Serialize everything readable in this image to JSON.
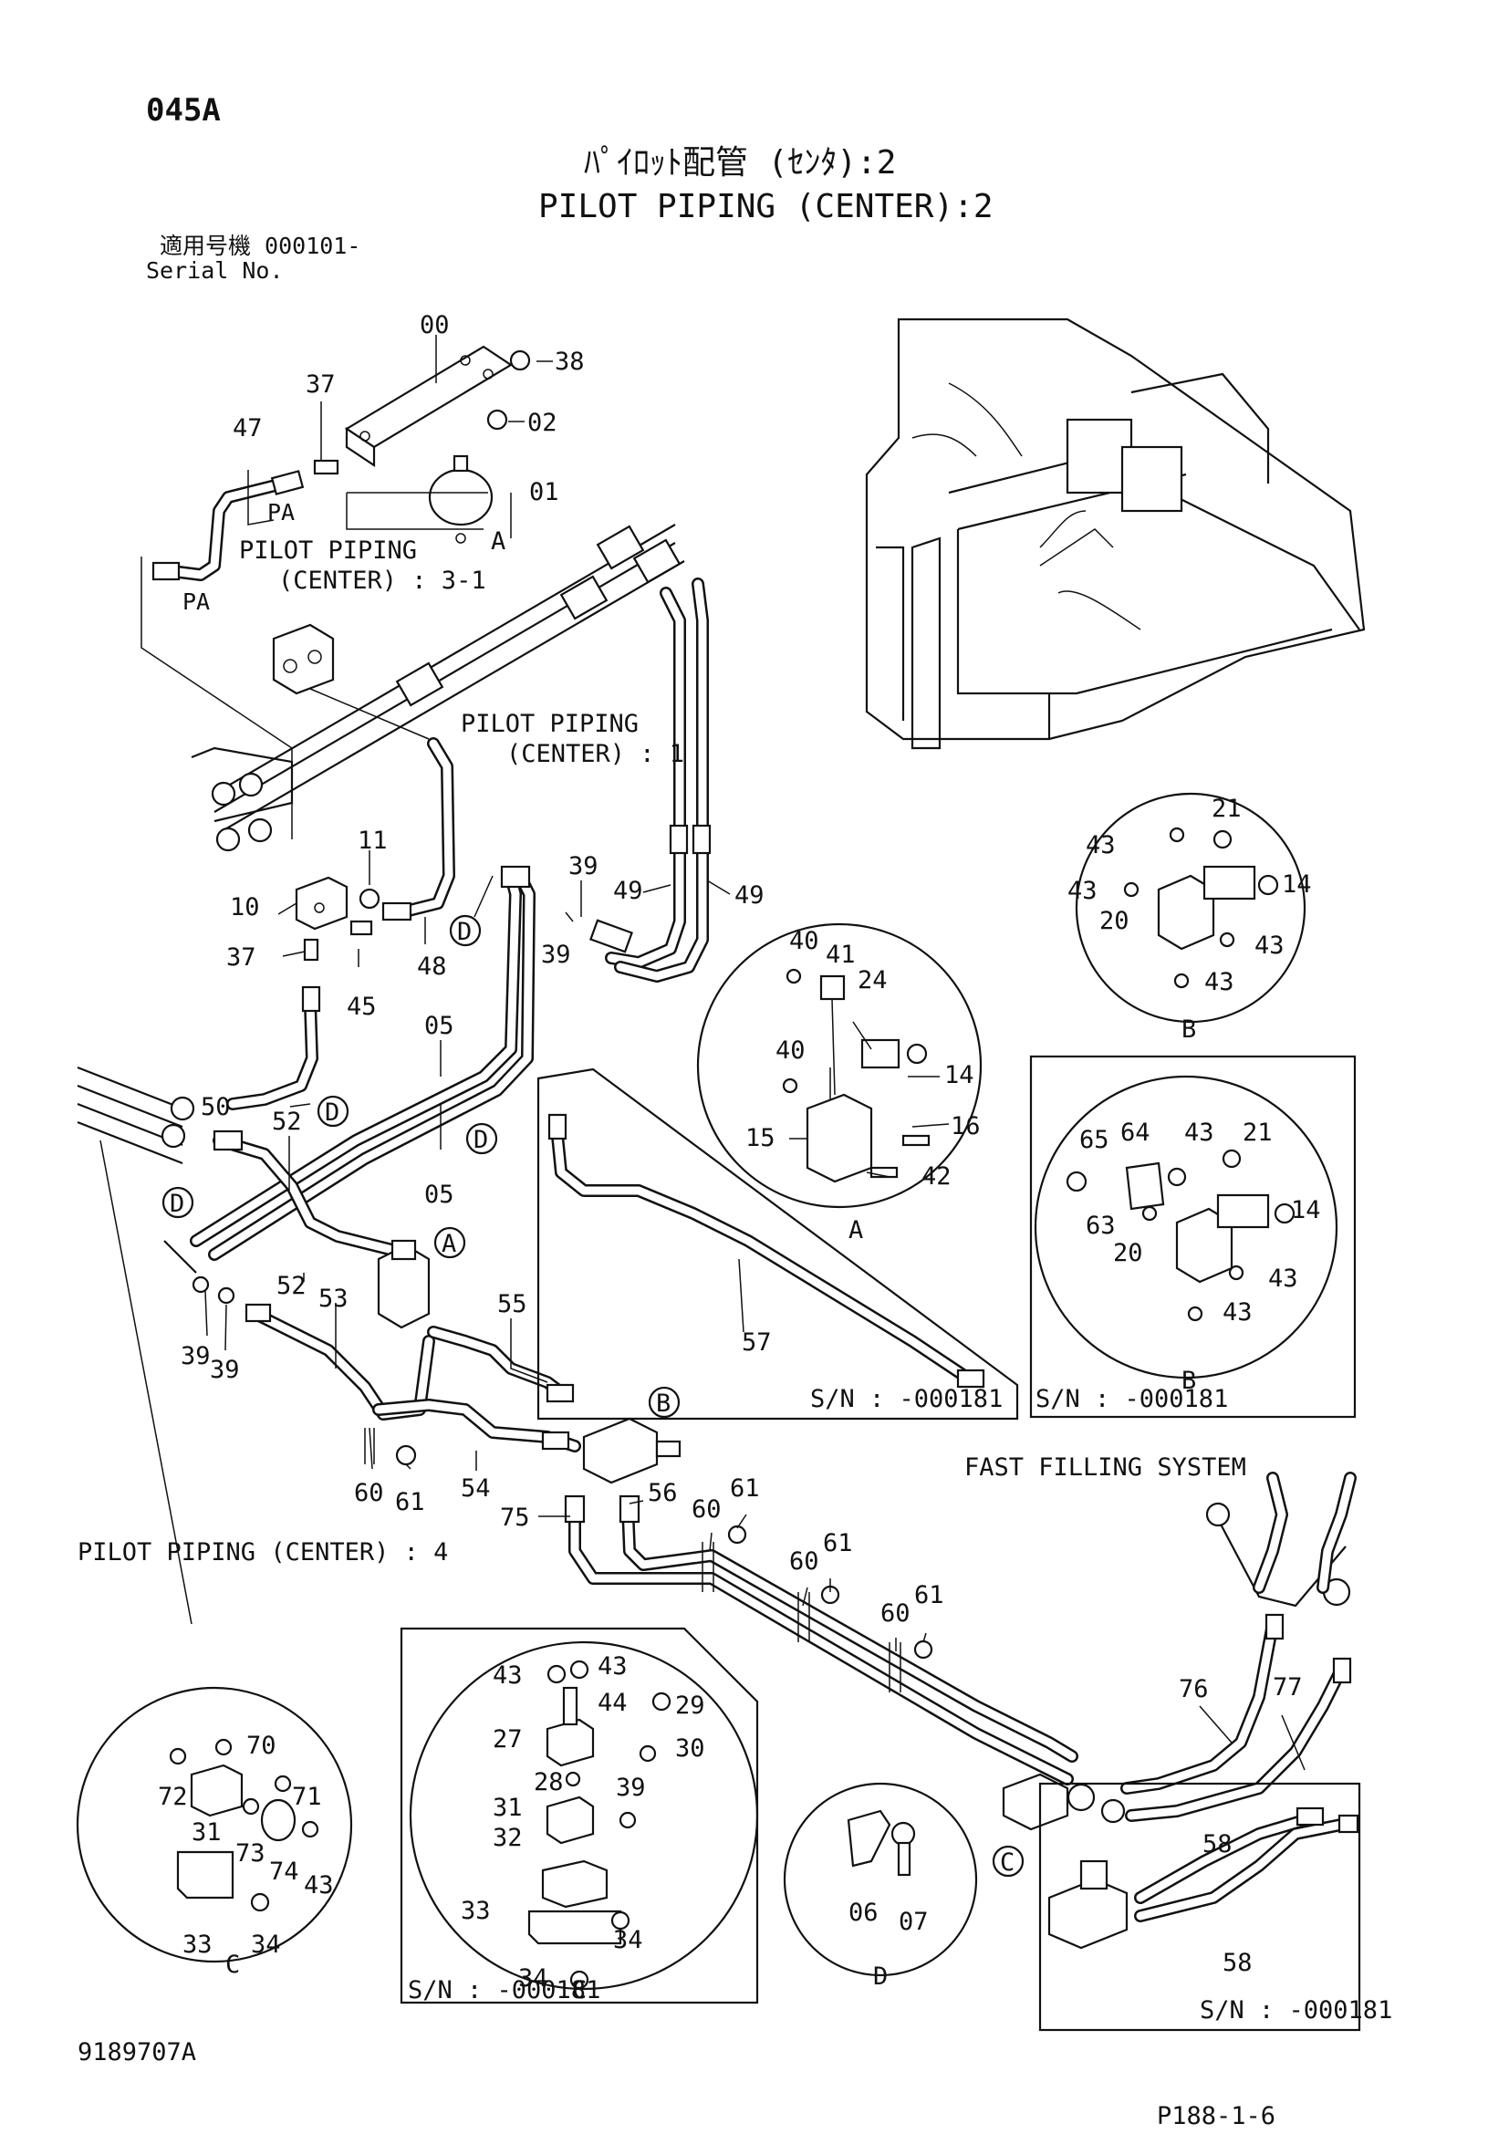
{
  "header": {
    "page_code": "045A",
    "title_jp": "ﾊﾟｲﾛｯﾄ配管 (ｾﾝﾀ):2",
    "title_en": "PILOT PIPING (CENTER):2",
    "serial_jp": "適用号機 000101-",
    "serial_en": "Serial No."
  },
  "refs": {
    "center_3_1_a": "PILOT PIPING",
    "center_3_1_b": "(CENTER) : 3-1",
    "center_1_a": "PILOT PIPING",
    "center_1_b": "(CENTER) : 1",
    "center_4": "PILOT PIPING (CENTER) : 4",
    "fast_filling": "FAST FILLING SYSTEM"
  },
  "port_labels": {
    "pa_1": "PA",
    "pa_2": "PA"
  },
  "view_letters": {
    "a": "A",
    "b": "B",
    "c": "C",
    "d": "D"
  },
  "serial_notes": {
    "box_57": "S/N : -000181",
    "box_b2": "S/N : -000181",
    "box_c2": "S/N : -000181",
    "box_58": "S/N : -000181"
  },
  "part_numbers": {
    "p00": "00",
    "p38": "38",
    "p37a": "37",
    "p02": "02",
    "p47": "47",
    "p01": "01",
    "p11": "11",
    "p10": "10",
    "p37b": "37",
    "p45": "45",
    "p48": "48",
    "p39a": "39",
    "p39b": "39",
    "p49a": "49",
    "p49b": "49",
    "p05a": "05",
    "p05b": "05",
    "p50": "50",
    "p52a": "52",
    "p52b": "52",
    "p53": "53",
    "p39c": "39",
    "p39d": "39",
    "p55": "55",
    "p54": "54",
    "p60a": "60",
    "p61a": "61",
    "p75": "75",
    "p56": "56",
    "p60b": "60",
    "p61b": "61",
    "p60c": "60",
    "p61c": "61",
    "p60d": "60",
    "p61d": "61",
    "p76": "76",
    "p77": "77",
    "p57": "57",
    "v1_40a": "40",
    "v1_41": "41",
    "v1_24": "24",
    "v1_40b": "40",
    "v1_14": "14",
    "v1_15": "15",
    "v1_16": "16",
    "v1_42": "42",
    "v2_21": "21",
    "v2_43a": "43",
    "v2_43b": "43",
    "v2_14": "14",
    "v2_20": "20",
    "v2_43c": "43",
    "v2_43d": "43",
    "v3_65": "65",
    "v3_64": "64",
    "v3_43a": "43",
    "v3_21": "21",
    "v3_63": "63",
    "v3_14": "14",
    "v3_20": "20",
    "v3_43b": "43",
    "v3_43c": "43",
    "v4_70": "70",
    "v4_72": "72",
    "v4_71": "71",
    "v4_31": "31",
    "v4_73": "73",
    "v4_74": "74",
    "v4_43": "43",
    "v4_33": "33",
    "v4_34": "34",
    "v5_43a": "43",
    "v5_43b": "43",
    "v5_44": "44",
    "v5_29": "29",
    "v5_27": "27",
    "v5_30": "30",
    "v5_28": "28",
    "v5_39": "39",
    "v5_31": "31",
    "v5_32": "32",
    "v5_33": "33",
    "v5_34a": "34",
    "v5_34b": "34",
    "v6_06": "06",
    "v6_07": "07",
    "v7_58a": "58",
    "v7_58b": "58"
  },
  "footer": {
    "drawing_no": "9189707A",
    "page_ref": "P188-1-6"
  }
}
